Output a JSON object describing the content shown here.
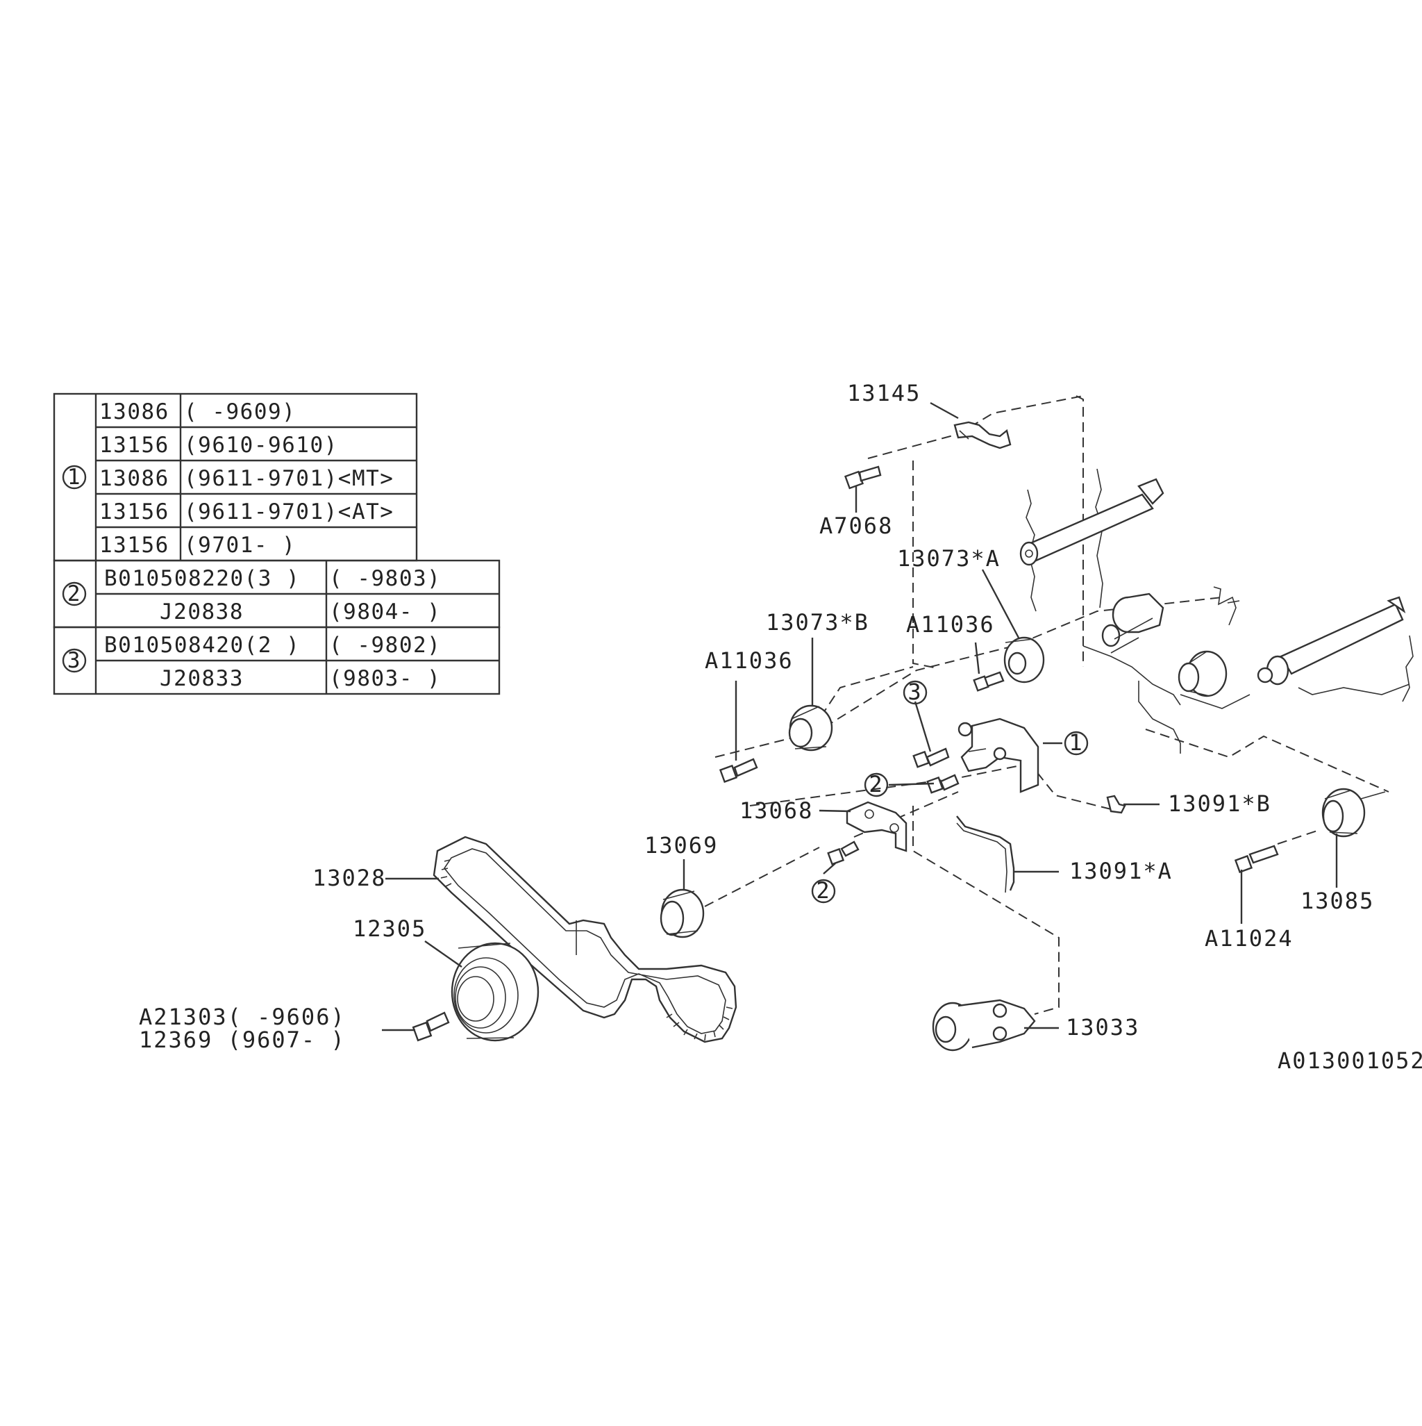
{
  "reference_table": {
    "groups": [
      {
        "marker": "1",
        "rows": [
          {
            "part": "13086",
            "range": "(        -9609)"
          },
          {
            "part": "13156",
            "range": "(9610-9610)"
          },
          {
            "part": "13086",
            "range": "(9611-9701)<MT>"
          },
          {
            "part": "13156",
            "range": "(9611-9701)<AT>"
          },
          {
            "part": "13156",
            "range": "(9701-     )"
          }
        ]
      },
      {
        "marker": "2",
        "rows": [
          {
            "part": "B010508220(3 )",
            "range": "(        -9803)"
          },
          {
            "part": "J20838",
            "range": "(9804-      )"
          }
        ]
      },
      {
        "marker": "3",
        "rows": [
          {
            "part": "B010508420(2 )",
            "range": "(        -9802)"
          },
          {
            "part": "J20833",
            "range": "(9803-      )"
          }
        ]
      }
    ]
  },
  "callouts": [
    {
      "id": "13145",
      "text": "13145"
    },
    {
      "id": "A7068",
      "text": "A7068"
    },
    {
      "id": "13073A",
      "text": "13073*A"
    },
    {
      "id": "A11036a",
      "text": "A11036"
    },
    {
      "id": "13073B",
      "text": "13073*B"
    },
    {
      "id": "A11036b",
      "text": "A11036"
    },
    {
      "id": "m3",
      "text": "3"
    },
    {
      "id": "m1",
      "text": "1"
    },
    {
      "id": "m2a",
      "text": "2"
    },
    {
      "id": "13068",
      "text": "13068"
    },
    {
      "id": "13091B",
      "text": "13091*B"
    },
    {
      "id": "13069",
      "text": "13069"
    },
    {
      "id": "m2b",
      "text": "2"
    },
    {
      "id": "13091A",
      "text": "13091*A"
    },
    {
      "id": "13028",
      "text": "13028"
    },
    {
      "id": "12305",
      "text": "12305"
    },
    {
      "id": "13085",
      "text": "13085"
    },
    {
      "id": "A11024",
      "text": "A11024"
    },
    {
      "id": "A21303",
      "text": "A21303(     -9606)"
    },
    {
      "id": "12369",
      "text": "12369 (9607-     )"
    },
    {
      "id": "13033",
      "text": "13033"
    }
  ],
  "figure_code": "A013001052"
}
